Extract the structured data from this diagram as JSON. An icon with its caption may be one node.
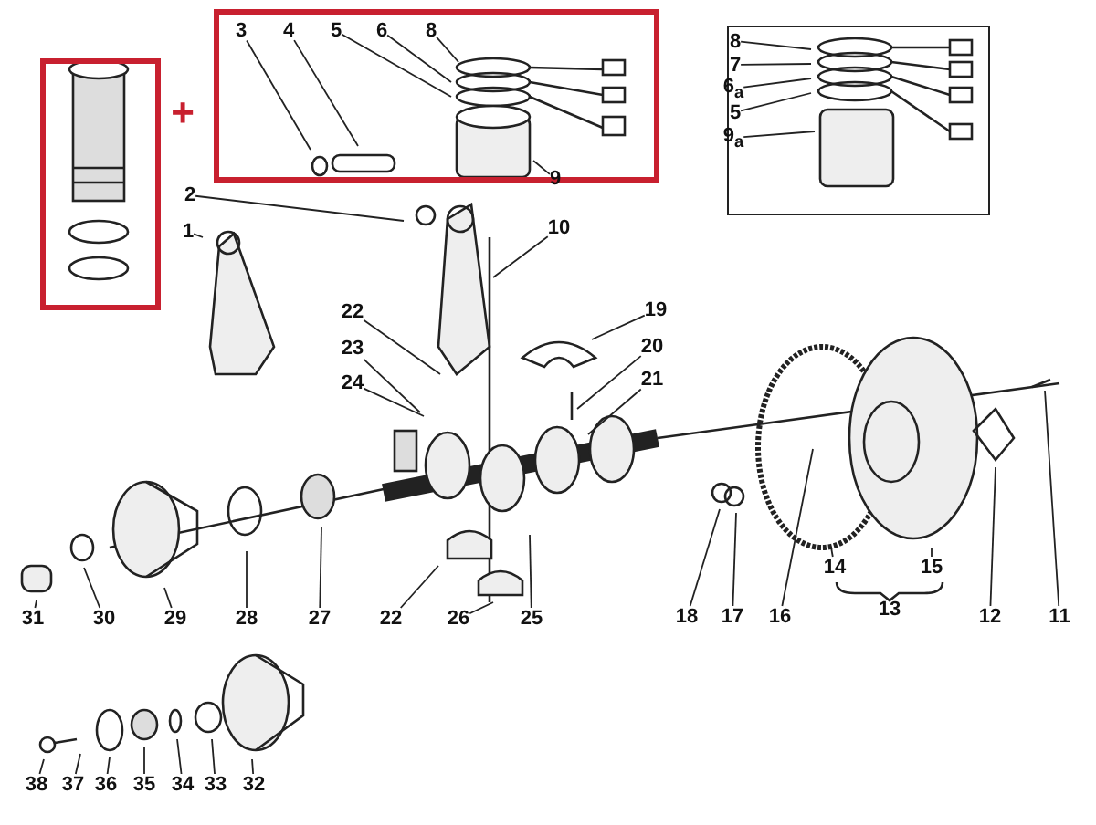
{
  "diagram": {
    "nodes": [
      {
        "text": [],
        "shape": "box",
        "beside": [
          "+"
        ]
      },
      {
        "text": [],
        "shape": "box"
      },
      {
        "text": [
          "3"
        ],
        "in": 1
      },
      {
        "text": [
          "4"
        ],
        "in": 1
      },
      {
        "text": [
          "5"
        ],
        "in": 1
      },
      {
        "text": [
          "6"
        ],
        "in": 1
      },
      {
        "text": [
          "8"
        ],
        "in": 1
      },
      {
        "text": [
          "9"
        ],
        "in": 1
      },
      {
        "text": [],
        "shape": "box"
      },
      {
        "text": [
          "8"
        ],
        "in": 8
      },
      {
        "text": [
          "7"
        ],
        "in": 8
      },
      {
        "text": [
          "6$_{a}$"
        ],
        "in": 8
      },
      {
        "text": [
          "5"
        ],
        "in": 8
      },
      {
        "text": [
          "9$_{a}$"
        ],
        "in": 8
      },
      {
        "text": [
          "2"
        ]
      },
      {
        "text": [
          "1"
        ]
      },
      {
        "text": [
          "10"
        ]
      },
      {
        "text": [
          "22"
        ]
      },
      {
        "text": [
          "19"
        ]
      },
      {
        "text": [
          "23"
        ]
      },
      {
        "text": [
          "20"
        ]
      },
      {
        "text": [
          "24"
        ]
      },
      {
        "text": [
          "21"
        ]
      },
      {
        "text": [
          "14"
        ]
      },
      {
        "text": [
          "15"
        ]
      },
      {
        "text": [
          "31"
        ]
      },
      {
        "text": [
          "30"
        ]
      },
      {
        "text": [
          "29"
        ]
      },
      {
        "text": [
          "28"
        ]
      },
      {
        "text": [
          "27"
        ]
      },
      {
        "text": [
          "22"
        ]
      },
      {
        "text": [
          "26"
        ]
      },
      {
        "text": [
          "25"
        ]
      },
      {
        "text": [
          "18"
        ]
      },
      {
        "text": [
          "17"
        ]
      },
      {
        "text": [
          "16"
        ]
      },
      {
        "text": [
          "12"
        ]
      },
      {
        "text": [
          "11"
        ]
      },
      {
        "text": [
          "38"
        ]
      },
      {
        "text": [
          "37"
        ]
      },
      {
        "text": [
          "36"
        ]
      },
      {
        "text": [
          "35"
        ]
      },
      {
        "text": [
          "34"
        ]
      },
      {
        "text": [
          "33"
        ]
      },
      {
        "text": [
          "32"
        ]
      }
    ],
    "edges": [
      {
        "from": 2,
        "to": null,
        "arrow": "none"
      },
      {
        "from": 3,
        "to": null,
        "arrow": "none"
      },
      {
        "from": 4,
        "to": null,
        "arrow": "none"
      },
      {
        "from": 5,
        "to": null,
        "arrow": "none"
      },
      {
        "from": 6,
        "to": null,
        "arrow": "none"
      },
      {
        "from": 7,
        "to": null,
        "arrow": "none"
      },
      {
        "from": 9,
        "to": null,
        "arrow": "none"
      },
      {
        "from": 10,
        "to": null,
        "arrow": "none"
      },
      {
        "from": 11,
        "to": null,
        "arrow": "none"
      },
      {
        "from": 12,
        "to": null,
        "arrow": "none"
      },
      {
        "from": 13,
        "to": null,
        "arrow": "none"
      },
      {
        "from": 14,
        "to": null,
        "arrow": "none"
      },
      {
        "from": 15,
        "to": null,
        "arrow": "none"
      },
      {
        "from": 16,
        "to": null,
        "arrow": "none"
      },
      {
        "from": 17,
        "to": null,
        "arrow": "none"
      },
      {
        "from": 18,
        "to": null,
        "arrow": "none"
      },
      {
        "from": 19,
        "to": null,
        "arrow": "none"
      },
      {
        "from": 20,
        "to": null,
        "arrow": "none"
      },
      {
        "from": 21,
        "to": null,
        "arrow": "none"
      },
      {
        "from": 22,
        "to": null,
        "arrow": "none"
      },
      {
        "from": 23,
        "to": null,
        "arrow": "none"
      },
      {
        "from": 24,
        "to": null,
        "arrow": "none"
      },
      {
        "from": 25,
        "to": null,
        "arrow": "none"
      },
      {
        "from": 26,
        "to": null,
        "arrow": "none"
      },
      {
        "from": 27,
        "to": null,
        "arrow": "none"
      },
      {
        "from": 28,
        "to": null,
        "arrow": "none"
      },
      {
        "from": 29,
        "to": null,
        "arrow": "none"
      },
      {
        "from": 30,
        "to": null,
        "arrow": "none"
      },
      {
        "from": 31,
        "to": null,
        "arrow": "none"
      },
      {
        "from": 32,
        "to": null,
        "arrow": "none"
      },
      {
        "from": 33,
        "to": null,
        "arrow": "none"
      },
      {
        "from": 34,
        "to": null,
        "arrow": "none"
      },
      {
        "from": 35,
        "to": null,
        "arrow": "none"
      },
      {
        "from": 36,
        "to": null,
        "arrow": "none"
      },
      {
        "from": 37,
        "to": null,
        "arrow": "none"
      },
      {
        "from": 38,
        "to": null,
        "arrow": "none"
      },
      {
        "from": 39,
        "to": null,
        "arrow": "none"
      },
      {
        "from": 40,
        "to": null,
        "arrow": "none"
      },
      {
        "from": 41,
        "to": null,
        "arrow": "none"
      },
      {
        "from": 42,
        "to": null,
        "arrow": "none"
      },
      {
        "from": 43,
        "to": null,
        "arrow": "none"
      },
      {
        "from": 44,
        "to": null,
        "arrow": "none"
      }
    ],
    "labels": [
      "13"
    ]
  }
}
